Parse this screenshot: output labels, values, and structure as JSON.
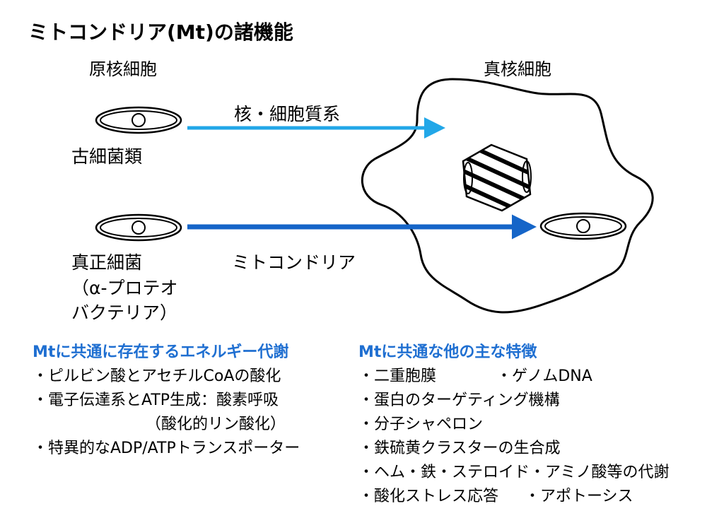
{
  "title": "ミトコンドリア(Mt)の諸機能",
  "columns": {
    "prokaryote": "原核細胞",
    "eukaryote": "真核細胞"
  },
  "organisms": {
    "archaea": "古細菌類",
    "bacteria_line1": "真正細菌",
    "bacteria_line2": "（α-プロテオ",
    "bacteria_line3": "バクテリア）"
  },
  "arrows": {
    "top": "核・細胞質系",
    "bottom": "ミトコンドリア"
  },
  "colors": {
    "arrow_top": "#22a7e8",
    "arrow_bottom": "#1565c8",
    "heading_blue": "#1f6fd1"
  },
  "left_section": {
    "heading": "Mtに共通に存在するエネルギー代謝",
    "items": [
      "・ピルビン酸とアセチルCoAの酸化",
      "・電子伝達系とATP生成：酸素呼吸",
      "（酸化的リン酸化）",
      "・特異的なADP/ATPトランスポーター"
    ]
  },
  "right_section": {
    "heading": "Mtに共通な他の主な特徴",
    "items": [
      "・二重胞膜",
      "・ゲノムDNA",
      "・蛋白のターゲティング機構",
      "・分子シャペロン",
      "・鉄硫黄クラスターの生合成",
      "・ヘム・鉄・ステロイド・アミノ酸等の代謝",
      "・酸化ストレス応答",
      "・アポトーシス"
    ]
  }
}
